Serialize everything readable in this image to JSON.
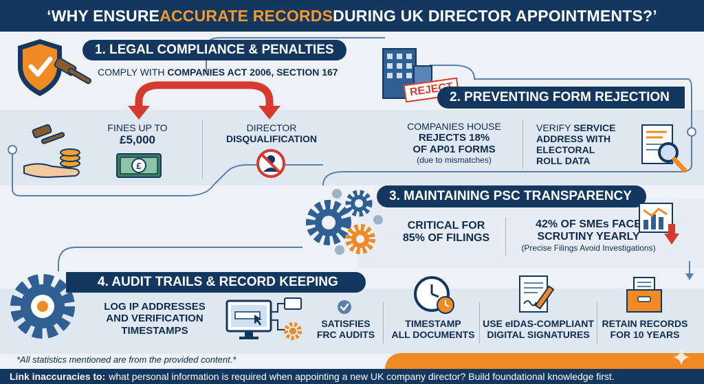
{
  "header": {
    "title_pre": "‘WHY ENSURE ",
    "title_highlight": "ACCURATE RECORDS",
    "title_post": " DURING UK DIRECTOR APPOINTMENTS?’"
  },
  "section1": {
    "title": "1. LEGAL COMPLIANCE & PENALTIES",
    "comply_pre": "COMPLY WITH ",
    "comply_bold": "COMPANIES ACT 2006, SECTION 167",
    "fines_line1": "FINES UP TO",
    "fines_line2": "£5,000",
    "director_line1": "DIRECTOR",
    "director_line2": "DISQUALIFICATION"
  },
  "section2": {
    "title": "2. PREVENTING FORM REJECTION",
    "stamp": "REJECT",
    "ch_line1": "COMPANIES HOUSE",
    "ch_line2": "REJECTS 18%",
    "ch_line3": "OF AP01 FORMS",
    "ch_note": "(due to mismatches)",
    "verify_pre": "VERIFY ",
    "verify_bold1": "SERVICE",
    "verify_line2": "ADDRESS WITH",
    "verify_line3": "ELECTORAL",
    "verify_line4": "ROLL DATA"
  },
  "section3": {
    "title": "3. MAINTAINING PSC TRANSPARENCY",
    "critical_line1": "CRITICAL FOR",
    "critical_line2": "85% OF FILINGS",
    "sme_line1": "42% OF SMEs FACE",
    "sme_line2": "SCRUTINY YEARLY",
    "sme_note": "(Precise Filings Avoid Investigations)"
  },
  "section4": {
    "title": "4. AUDIT TRAILS & RECORD KEEPING",
    "log_line1": "LOG IP ADDRESSES",
    "log_line2": "AND VERIFICATION",
    "log_line3": "TIMESTAMPS",
    "frc_line1": "SATISFIES",
    "frc_line2": "FRC AUDITS",
    "ts_line1": "TIMESTAMP",
    "ts_line2": "ALL DOCUMENTS",
    "eidas_line1": "USE eIDAS-COMPLIANT",
    "eidas_line2": "DIGITAL SIGNATURES",
    "retain_line1": "RETAIN RECORDS",
    "retain_line2": "FOR 10 YEARS"
  },
  "footnote": "*All statistics mentioned are from the provided content.*",
  "bottom": {
    "lead": "Link inaccuracies to:",
    "text": "what personal information is required when appointing a new UK company director? Build foundational knowledge first."
  },
  "colors": {
    "navy": "#13375e",
    "orange": "#f08a24",
    "red": "#d63a2f",
    "steel": "#5b7fa8"
  }
}
